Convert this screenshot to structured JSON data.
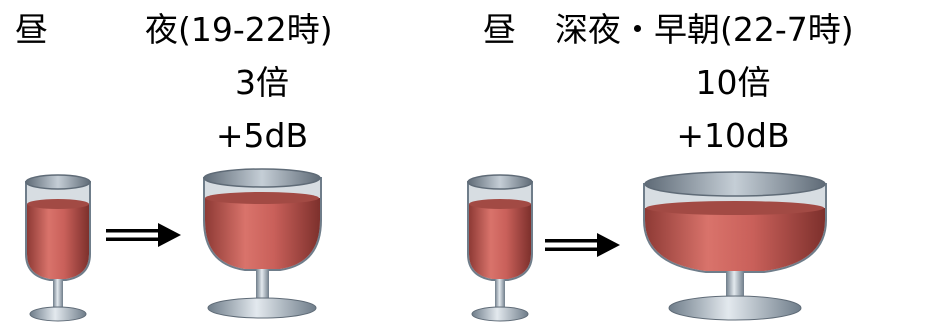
{
  "panels": [
    {
      "from_label": "昼",
      "to_label": "夜(19-22時)",
      "multiplier": "3倍",
      "decibel": "+5dB"
    },
    {
      "from_label": "昼",
      "to_label": "深夜・早朝(22-7時)",
      "multiplier": "10倍",
      "decibel": "+10dB"
    }
  ],
  "icons": {
    "glass": "wine-glass-icon",
    "arrow": "double-right-arrow-icon"
  },
  "colors": {
    "wine": "#c9605a",
    "wine_dark": "#8e3a35",
    "rim": "#8a98a6",
    "stem": "#b7c2cc",
    "text": "#000000"
  }
}
